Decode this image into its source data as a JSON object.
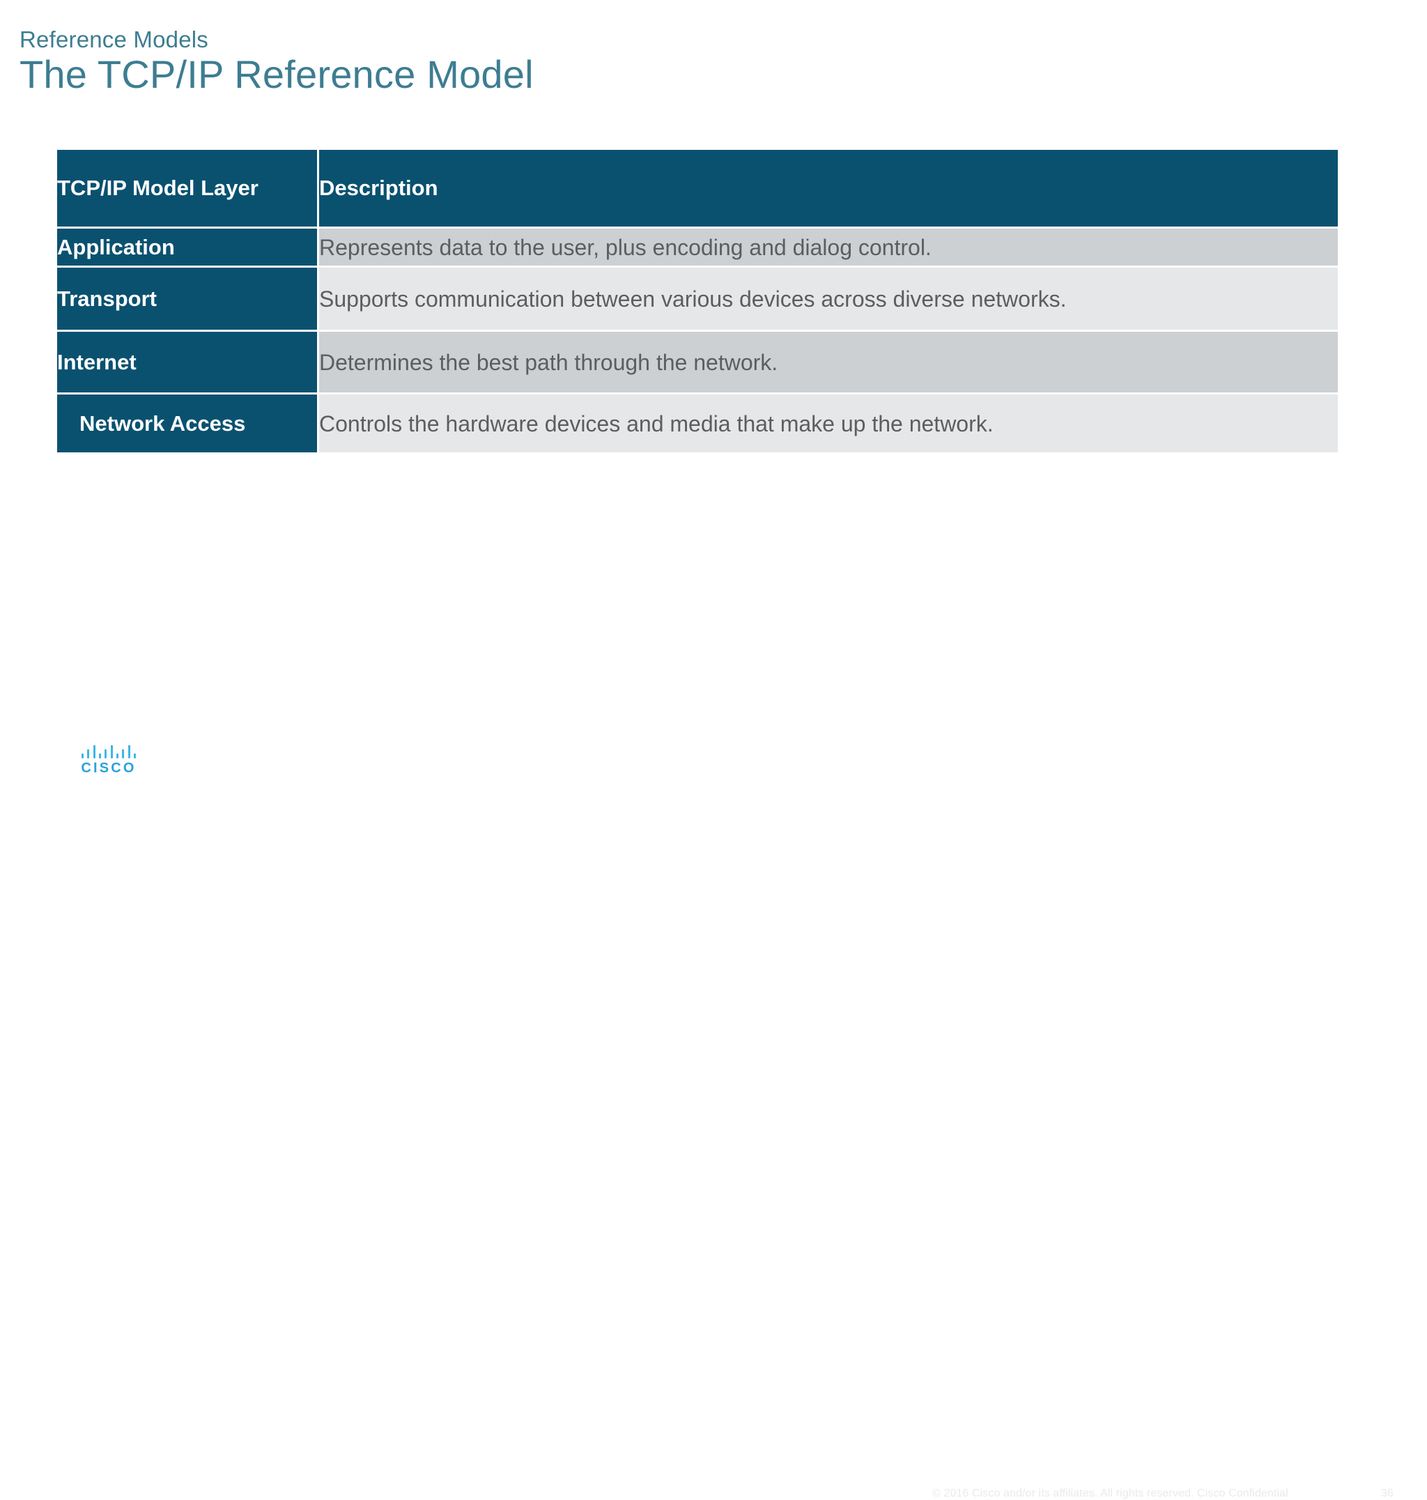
{
  "slide": {
    "eyebrow": "Reference Models",
    "title": "The TCP/IP Reference Model",
    "accent_color": "#3d7d91",
    "table_header_color": "#0a5170"
  },
  "table": {
    "headers": {
      "layer": "TCP/IP Model Layer",
      "description": "Description"
    },
    "rows": [
      {
        "layer": "Application",
        "description": "Represents data to the user, plus encoding and dialog control."
      },
      {
        "layer": "Transport",
        "description": "Supports communication between various devices across diverse networks."
      },
      {
        "layer": "Internet",
        "description": "Determines the best path through the network."
      },
      {
        "layer": "Network Access",
        "description": "Controls the hardware devices and media that make up the network."
      }
    ]
  },
  "footer": {
    "brand": "CISCO",
    "copyright": "© 2016  Cisco and/or its affiliates. All rights reserved.   Cisco Confidential",
    "page_number": "36"
  }
}
